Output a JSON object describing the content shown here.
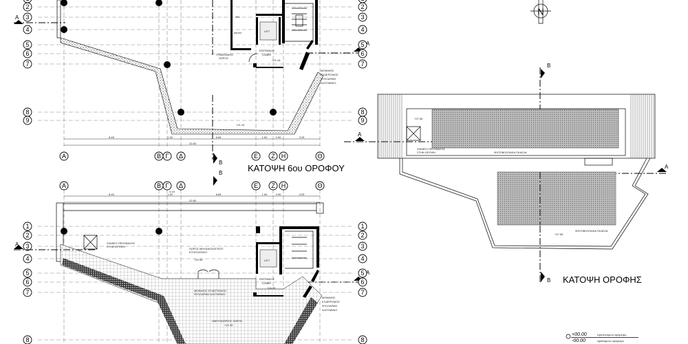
{
  "colors": {
    "ink": "#000000",
    "grid": "#888888",
    "paper": "#ffffff"
  },
  "columns": [
    "Α",
    "Β",
    "Γ",
    "Δ",
    "Ε",
    "Ζ",
    "Η",
    "Θ"
  ],
  "rows": [
    "1",
    "2",
    "3",
    "4",
    "5",
    "6",
    "7",
    "8",
    "9"
  ],
  "dimensions": {
    "segments": [
      "8.45",
      "1.30",
      "8.65",
      "1.50",
      "0.90",
      "3.25"
    ],
    "total": "22.80",
    "offset": "0.15"
  },
  "section_labels": {
    "a": "A",
    "b": "B"
  },
  "plan_6th": {
    "title": "ΚΑΤΟΨΗ 6ου ΟΡΟΦΟΥ",
    "office": [
      "ΓΡΑΦΕΙΑΚΟΣ",
      "ΧΩΡΟΣ"
    ],
    "lobby": [
      "ENTRANCE",
      "LOBBY"
    ],
    "lift": "LIFT",
    "wc": "WC",
    "server": "server",
    "vent": [
      "ΜΟΝΙΜΟΣ",
      "ΕΞΑΕΡΙΣΜΟΣ",
      "ΦΥΛΛΑΡΑΚΙ",
      "ΑΛΟΥΜΙΝΙΟ"
    ],
    "elevation": "+21.15"
  },
  "plan_7th": {
    "access": [
      "ΣΗΜΕΙΟ ΠΡΟΣΒΑΣΗΣ",
      "ΣΤΗΝ ΟΡΟΦΗ"
    ],
    "mech": [
      "ΧΩΡΟΣ ΜΗΧΑΝΟΛΟΓΙΚΟΥ",
      "ΕΞΟΠΛΙΣΜΟΥ"
    ],
    "mech_elev": "+24.35",
    "vent_center": [
      "ΜΟΝΙΜΟΣ ΕΞΑΕΡΙΣΜΟΣ/",
      "ΦΥΛΛΑΡΑΚΙ ΑΛΟΥΜΙΝΙΟ"
    ],
    "semi_open": "ΗΜΙΥΠΑΙΘΡΙΟΣ ΧΩΡΟΣ",
    "semi_elev": "+24.35",
    "lobby": [
      "ENTRANCE",
      "LOBBY"
    ],
    "lobby_elev": "+24.35",
    "lift": "LIFT",
    "vent": [
      "ΜΟΝΙΜΟΣ",
      "ΕΞΑΕΡΙΣΜΟΣ",
      "ΦΥΛΛΑΡΑΚΙ",
      "ΑΛΟΥΜΙΝΙΟ"
    ]
  },
  "roof": {
    "title": "ΚΑΤΟΨΗ ΟΡΟΦΗΣ",
    "north": "N",
    "access": [
      "ΣΗΜΕΙΟ ΠΡΟΣΒΑΣΗΣ",
      "ΣΤΗΝ ΟΡΟΦΗ"
    ],
    "pv_label": "ΦΩΤΟΒΟΛΤΑΙΚΑ ΠΛΑΙΣΙΑ",
    "elevation": "+27.55"
  },
  "legend": [
    {
      "value": "+00.00",
      "label": "προτεινόμενο υψόμετρο"
    },
    {
      "value": "-00.00",
      "label": "υφιστάμενο υψόμετρο"
    }
  ]
}
